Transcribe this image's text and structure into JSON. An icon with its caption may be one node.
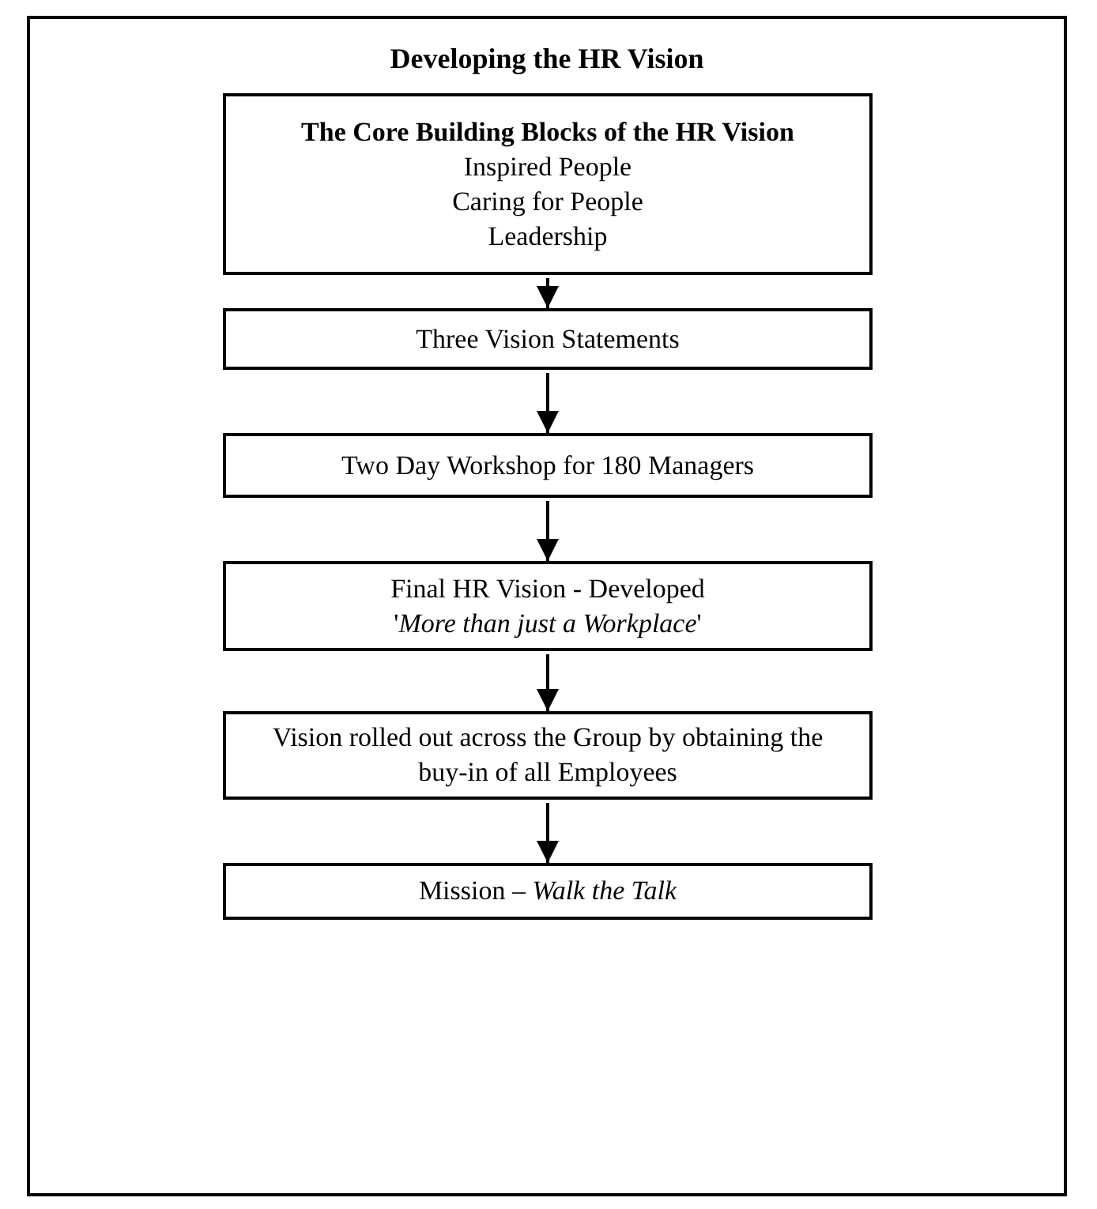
{
  "diagram": {
    "nodes": [
      {
        "text": [
          "Developing the HR Vision"
        ]
      },
      {
        "text": [
          "**The Core Building Blocks of the HR Vision**",
          "Inspired People",
          "Caring for People",
          "Leadership"
        ],
        "in": 0
      },
      {
        "text": [
          "Three Vision Statements"
        ],
        "in": 0
      },
      {
        "text": [
          "Two Day Workshop for 180 Managers"
        ],
        "in": 0
      },
      {
        "text": [
          "Final HR Vision - Developed",
          "'*More than just a Workplace*'"
        ],
        "in": 0
      },
      {
        "text": [
          "Vision rolled out across the Group by obtaining the buy-in of all Employees"
        ],
        "in": 0
      },
      {
        "text": [
          "Mission – *Walk the Talk*"
        ],
        "in": 0
      }
    ],
    "edges": [
      {
        "from": 1,
        "to": 2,
        "arrow": "to"
      },
      {
        "from": 2,
        "to": 3,
        "arrow": "to"
      },
      {
        "from": 3,
        "to": 4,
        "arrow": "to"
      },
      {
        "from": 4,
        "to": 5,
        "arrow": "to"
      },
      {
        "from": 5,
        "to": 6,
        "arrow": "to"
      }
    ]
  }
}
